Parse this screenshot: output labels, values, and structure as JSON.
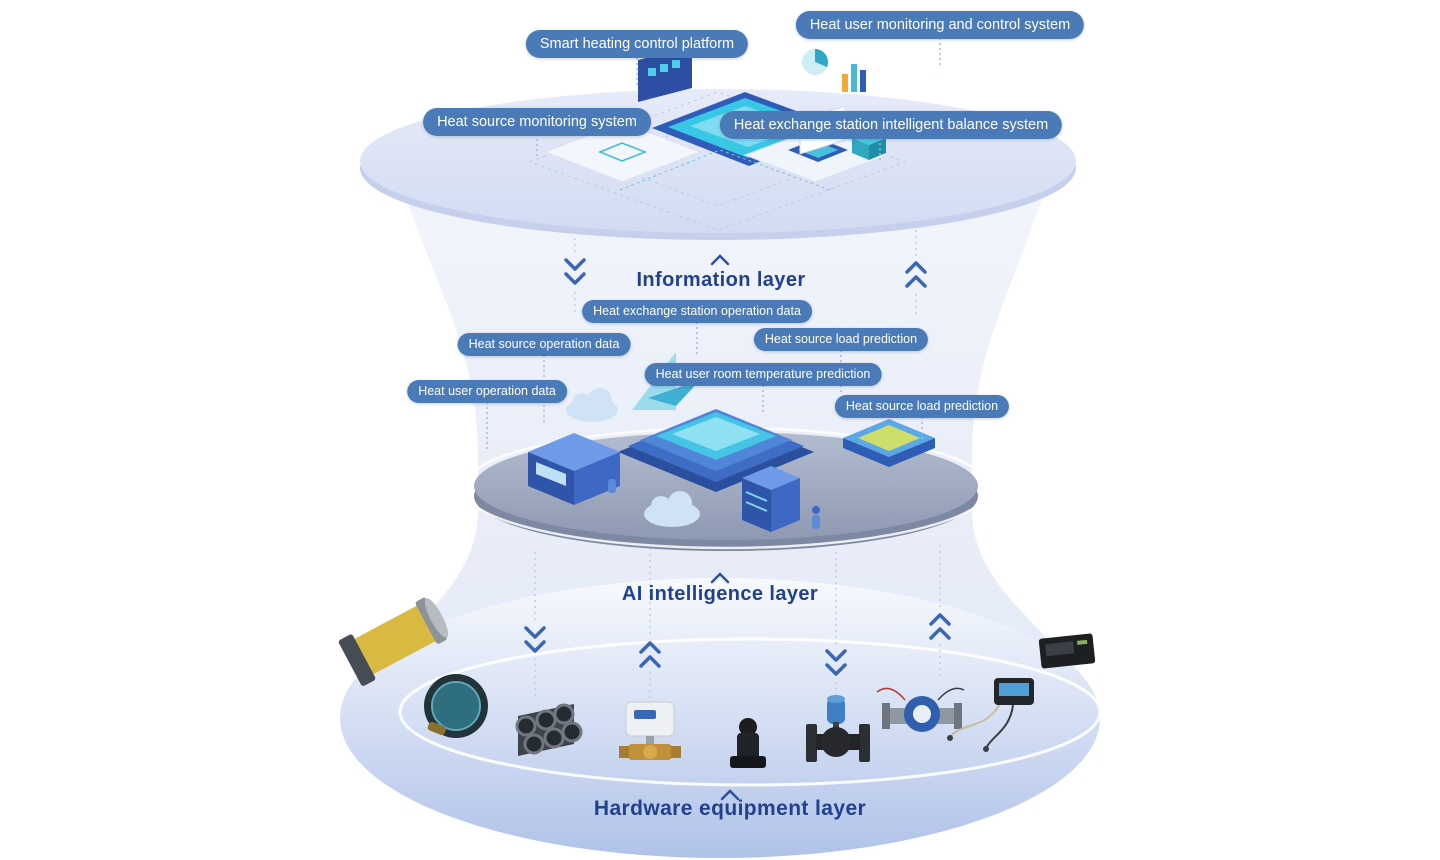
{
  "colors": {
    "background": "#ffffff",
    "pill_bg": "#4a7ab8",
    "pill_text": "#ffffff",
    "title_color": "#21418f",
    "chevron_color": "#3a67b5",
    "top_platform": "#dce3f5",
    "mid_platform": "#9aa4ba",
    "bottom_platform": "#b2c3e9"
  },
  "layers": {
    "information": {
      "title": "Information layer",
      "labels": {
        "smart_platform": "Smart heating control platform",
        "user_monitoring": "Heat user monitoring and control system",
        "source_monitoring": "Heat source monitoring system",
        "exchange_balance": "Heat exchange station intelligent balance system"
      }
    },
    "ai": {
      "title": "AI intelligence layer",
      "labels": {
        "exchange_operation_data": "Heat exchange station operation data",
        "source_load_prediction_upper": "Heat source load prediction",
        "source_operation_data": "Heat source operation data",
        "room_temperature_prediction": "Heat user room temperature prediction",
        "user_operation_data": "Heat user operation data",
        "source_load_prediction_lower": "Heat source load prediction"
      }
    },
    "hardware": {
      "title": "Hardware equipment layer",
      "equipment": [
        "insulated-pipe",
        "pressure-gauge",
        "steel-pipe-bundle",
        "motorized-ball-valve",
        "electric-control-valve",
        "flanged-balance-valve",
        "ultrasonic-flow-meter",
        "heat-meter-controller",
        "control-panel-device"
      ]
    }
  }
}
